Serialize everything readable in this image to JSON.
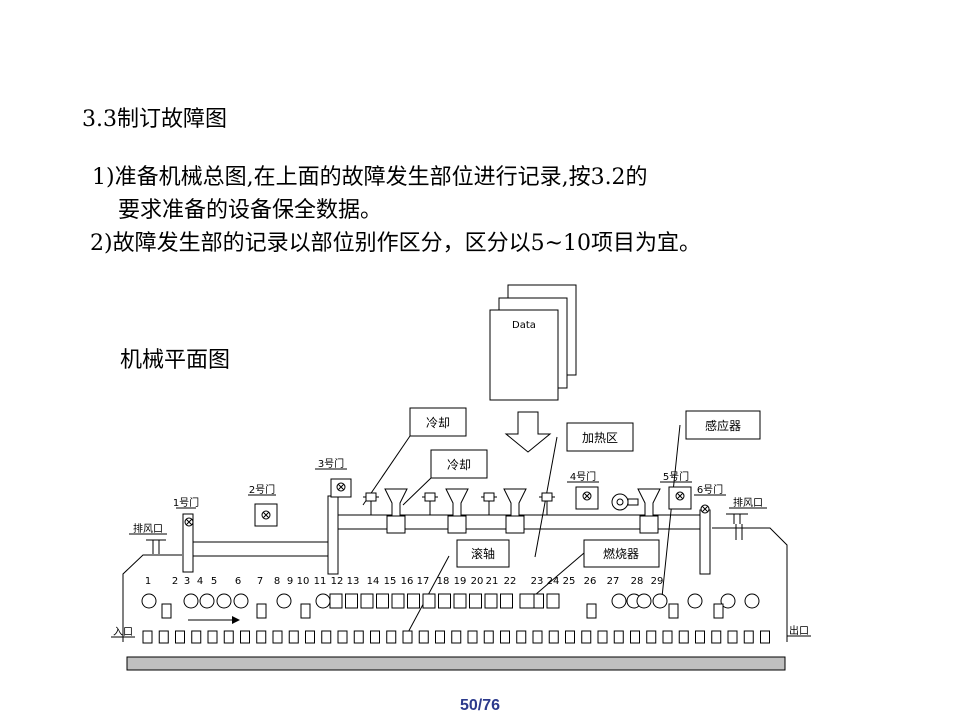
{
  "heading": "3.3制订故障图",
  "paragraphs": {
    "p1_line1": "1)准备机械总图,在上面的故障发生部位进行记录,按3.2的",
    "p1_line2": "要求准备的设备保全数据。",
    "p2": "2)故障发生部的记录以部位别作区分，区分以5~10项目为宜。"
  },
  "diagram": {
    "title": "机械平面图",
    "document_label": "Data",
    "callouts": {
      "cooling1": "冷却",
      "cooling2": "冷却",
      "heating_zone": "加热区",
      "sensor": "感应器",
      "roller_shaft": "滚轴",
      "burner": "燃烧器"
    },
    "doors": {
      "door1": "1号门",
      "door2": "2号门",
      "door3": "3号门",
      "door4": "4号门",
      "door5": "5号门",
      "door6": "6号门"
    },
    "exhaust_left": "排风口",
    "exhaust_right": "排风口",
    "entrance": "入口",
    "exit": "出口",
    "position_numbers": [
      "1",
      "2",
      "3",
      "4",
      "5",
      "6",
      "7",
      "8",
      "9",
      "10",
      "11",
      "12",
      "13",
      "14",
      "15",
      "16",
      "17",
      "18",
      "19",
      "20",
      "21",
      "22",
      "23",
      "24",
      "25",
      "26",
      "27",
      "28",
      "29"
    ]
  },
  "page": {
    "number": "50/76"
  }
}
